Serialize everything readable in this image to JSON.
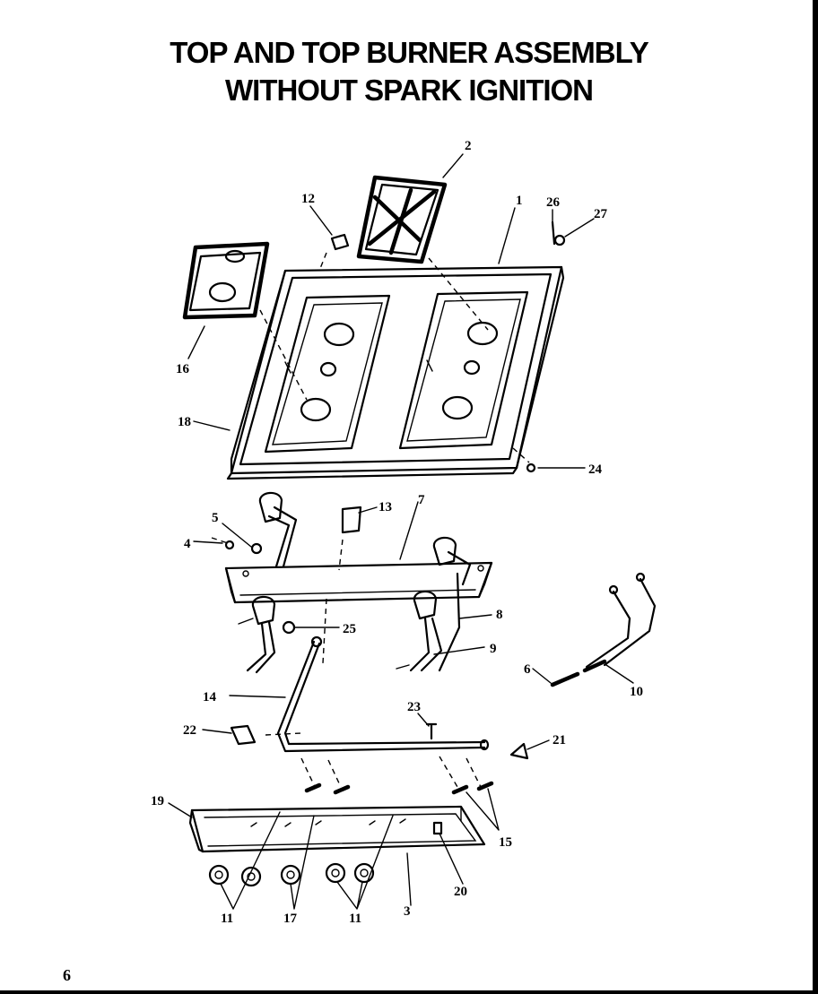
{
  "title": {
    "line1": "TOP AND TOP BURNER ASSEMBLY",
    "line2": "WITHOUT SPARK IGNITION"
  },
  "page_number": "6",
  "callouts": {
    "p1": "1",
    "p2": "2",
    "p3": "3",
    "p4": "4",
    "p5": "5",
    "p6": "6",
    "p7": "7",
    "p8": "8",
    "p9": "9",
    "p10": "10",
    "p11a": "11",
    "p11b": "11",
    "p12": "12",
    "p13": "13",
    "p14": "14",
    "p15": "15",
    "p16": "16",
    "p17": "17",
    "p18": "18",
    "p19": "19",
    "p20": "20",
    "p21": "21",
    "p22": "22",
    "p23": "23",
    "p24": "24",
    "p25": "25",
    "p26": "26",
    "p27": "27"
  }
}
